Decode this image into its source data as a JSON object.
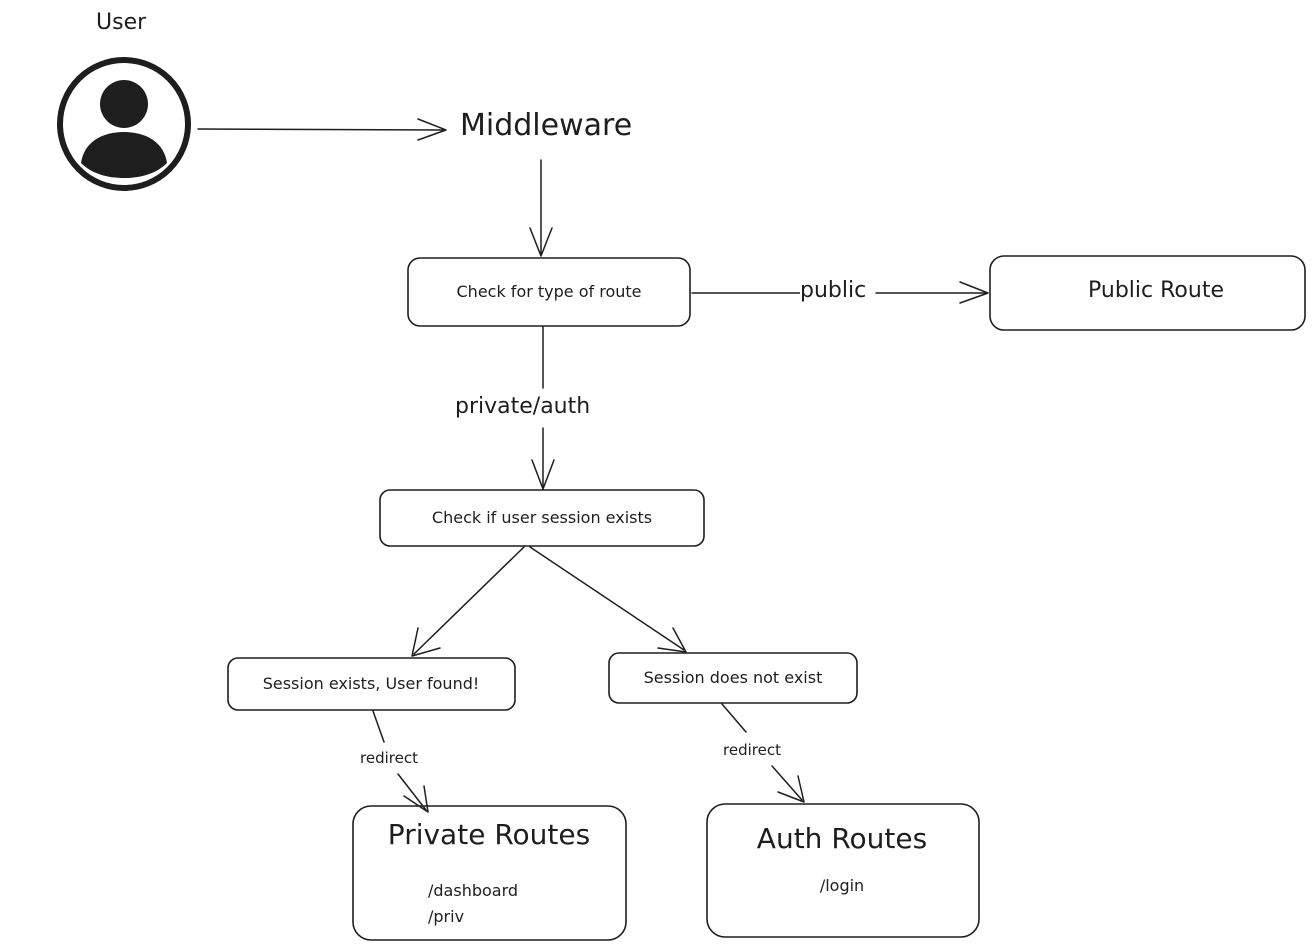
{
  "user": {
    "label": "User",
    "icon": "user-icon"
  },
  "middleware": {
    "label": "Middleware"
  },
  "route_check": {
    "label": "Check for type of route"
  },
  "public_route": {
    "label": "Public Route"
  },
  "session_check": {
    "label": "Check if user session exists"
  },
  "session_found": {
    "label": "Session exists, User found!"
  },
  "session_missing": {
    "label": "Session does not exist"
  },
  "private_routes": {
    "title": "Private Routes",
    "paths": [
      "/dashboard",
      "/priv"
    ]
  },
  "auth_routes": {
    "title": "Auth Routes",
    "paths": [
      "/login"
    ]
  },
  "edges": {
    "public": "public",
    "private_auth": "private/auth",
    "redirect_private": "redirect",
    "redirect_auth": "redirect"
  },
  "colors": {
    "stroke": "#1e1e1e",
    "background": "#ffffff"
  }
}
